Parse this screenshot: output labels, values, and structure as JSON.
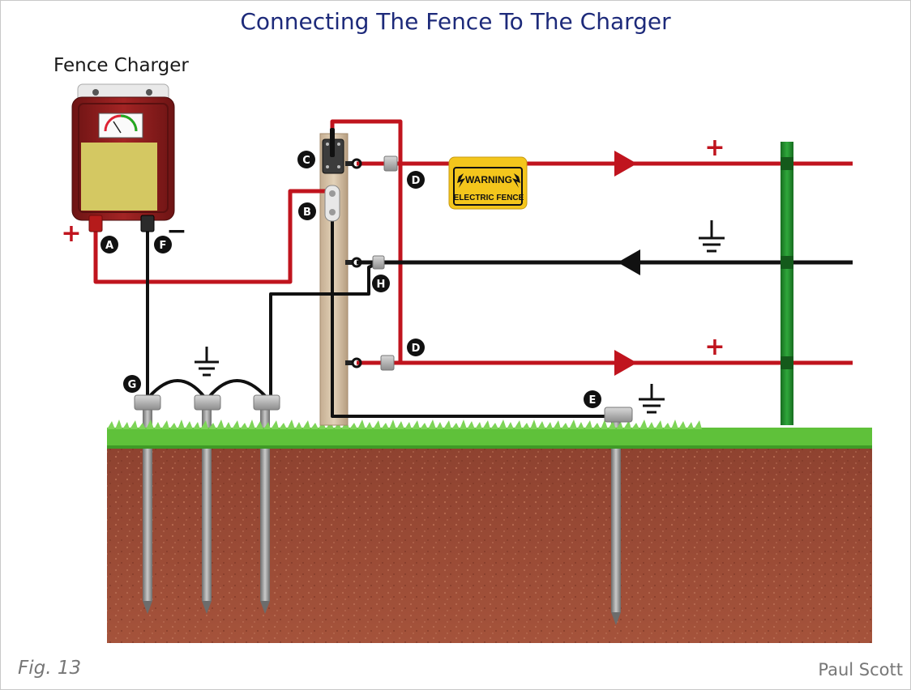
{
  "title": "Connecting The Fence To The Charger",
  "charger_label": "Fence Charger",
  "figure_label": "Fig. 13",
  "author": "Paul Scott",
  "warning_sign": {
    "line1": "WARNING",
    "line2": "ELECTRIC FENCE"
  },
  "markers": {
    "A": "A",
    "B": "B",
    "C": "C",
    "D": "D",
    "E": "E",
    "F": "F",
    "G": "G",
    "H": "H"
  },
  "symbols": {
    "plus": "+",
    "minus": "−"
  },
  "colors": {
    "live_wire": "#c0141e",
    "ground_wire": "#111111",
    "charger_body": "#8e1c1c",
    "post_green": "#1f8a2a",
    "grass": "#5fc13a",
    "soil": "#9a4a34",
    "title": "#1d2a7a",
    "sign_yellow": "#f4c61c"
  }
}
